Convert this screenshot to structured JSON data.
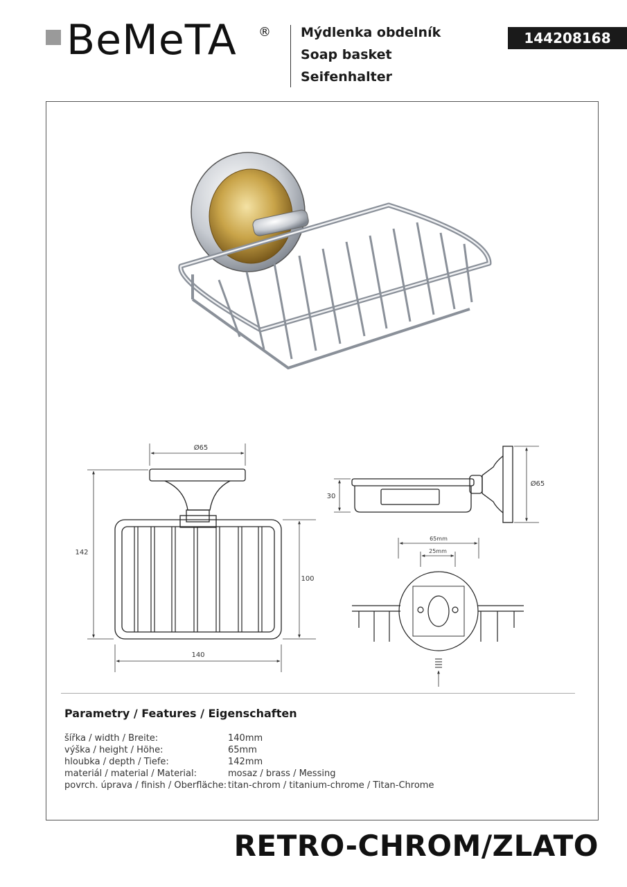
{
  "brand": {
    "logo_text": "BeMeTA",
    "registered_mark": "®"
  },
  "product": {
    "title_cz": "Mýdlenka obdelník",
    "title_en": "Soap basket",
    "title_de": "Seifenhalter",
    "code": "144208168",
    "series": "RETRO-CHROM/ZLATO"
  },
  "dimensions": {
    "top_diameter": "Ø65",
    "height_left": "142",
    "basket_height": "100",
    "width_bottom": "140",
    "side_depth": "30",
    "side_diameter": "Ø65",
    "plate_width": "65mm",
    "hole_spacing": "25mm"
  },
  "features": {
    "heading": "Parametry / Features / Eigenschaften",
    "rows": [
      {
        "label": "šířka / width / Breite:",
        "value": "140mm"
      },
      {
        "label": "výška / height / Höhe:",
        "value": "65mm"
      },
      {
        "label": "hloubka / depth / Tiefe:",
        "value": "142mm"
      },
      {
        "label": "materiál / material / Material:",
        "value": "mosaz / brass / Messing"
      },
      {
        "label": "povrch. úprava / finish / Oberfläche:",
        "value": "titan-chrom / titanium-chrome / Titan-Chrome"
      }
    ]
  },
  "colors": {
    "gold": "#c9a449",
    "chrome": "#c8ccd2",
    "ink": "#1a1a1a",
    "logo_square": "#9a9a9a"
  }
}
